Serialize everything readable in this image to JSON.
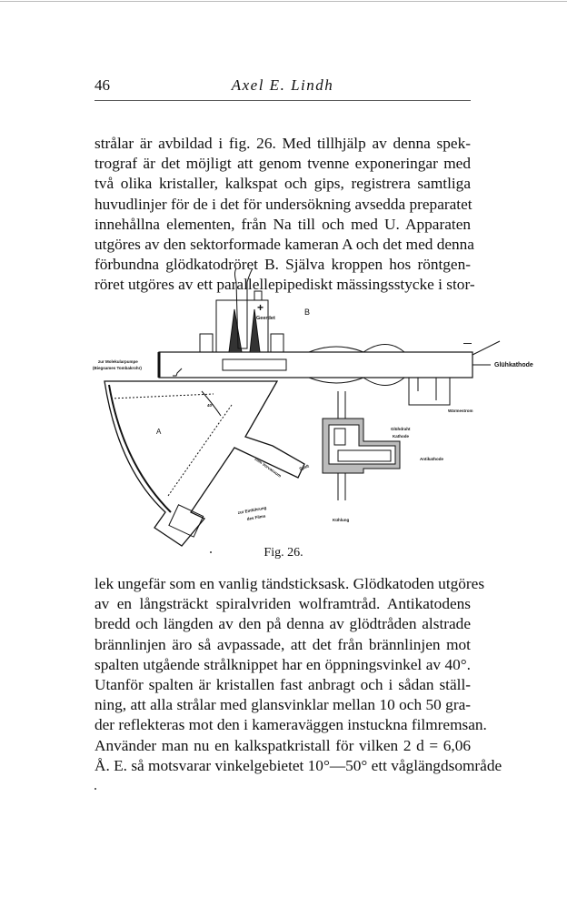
{
  "header": {
    "page_number": "46",
    "author": "Axel E. Lindh"
  },
  "paragraph_top": [
    "strålar är avbildad i fig. 26.  Med tillhjälp av denna spek-",
    "trograf är det möjligt att genom tvenne exponeringar med",
    "två olika kristaller, kalkspat och gips, registrera samtliga",
    "huvudlinjer för de i det för undersökning avsedda preparatet",
    "innehållna elementen, från Na till och med U.  Apparaten",
    "utgöres av den sektorformade kameran A och det med denna",
    "förbundna glödkatodröret B.  Själva kroppen hos röntgen-",
    "röret utgöres av ett parallellepipediskt mässingsstycke i stor-"
  ],
  "figure": {
    "caption": "Fig. 26.",
    "labels": {
      "plus": "+",
      "geerdet": "Geerdet",
      "b": "B",
      "minus": "—",
      "pump1": "zur Molekularpumpe",
      "pump2": "(Biegsames Tombakrohr)",
      "gluehkathode": "Glühkathode",
      "waermestrom": "Wärmestrom",
      "a": "A",
      "angle": "40°",
      "vorvacuum": "zum Vorvacuum",
      "film1": "zur Einführung",
      "film2": "des Films",
      "gluehdraht": "Glühdraht",
      "kathode": "Kathode",
      "antikathode": "Antikathode",
      "spalt": "Spalt",
      "kuehlung": "Kühlung"
    }
  },
  "paragraph_bottom": [
    "lek ungefär som en vanlig tändsticksask. Glödkatoden utgöres",
    "av en långsträckt spiralvriden wolframtråd.  Antikatodens",
    "bredd och längden av den på denna av glödtråden alstrade",
    "brännlinjen äro så avpassade, att det från brännlinjen mot",
    "spalten utgående strålknippet har en öppningsvinkel av 40°.",
    "Utanför spalten är kristallen fast anbragt och i sådan ställ-",
    "ning, att alla strålar med glansvinklar mellan 10 och 50 gra-",
    "der reflekteras mot den i kameraväggen instuckna filmremsan.",
    "Använder man nu en kalkspatkristall för vilken 2 d = 6,06",
    "Å. E. så motsvarar vinkelgebietet 10°—50° ett våglängdsområde"
  ]
}
